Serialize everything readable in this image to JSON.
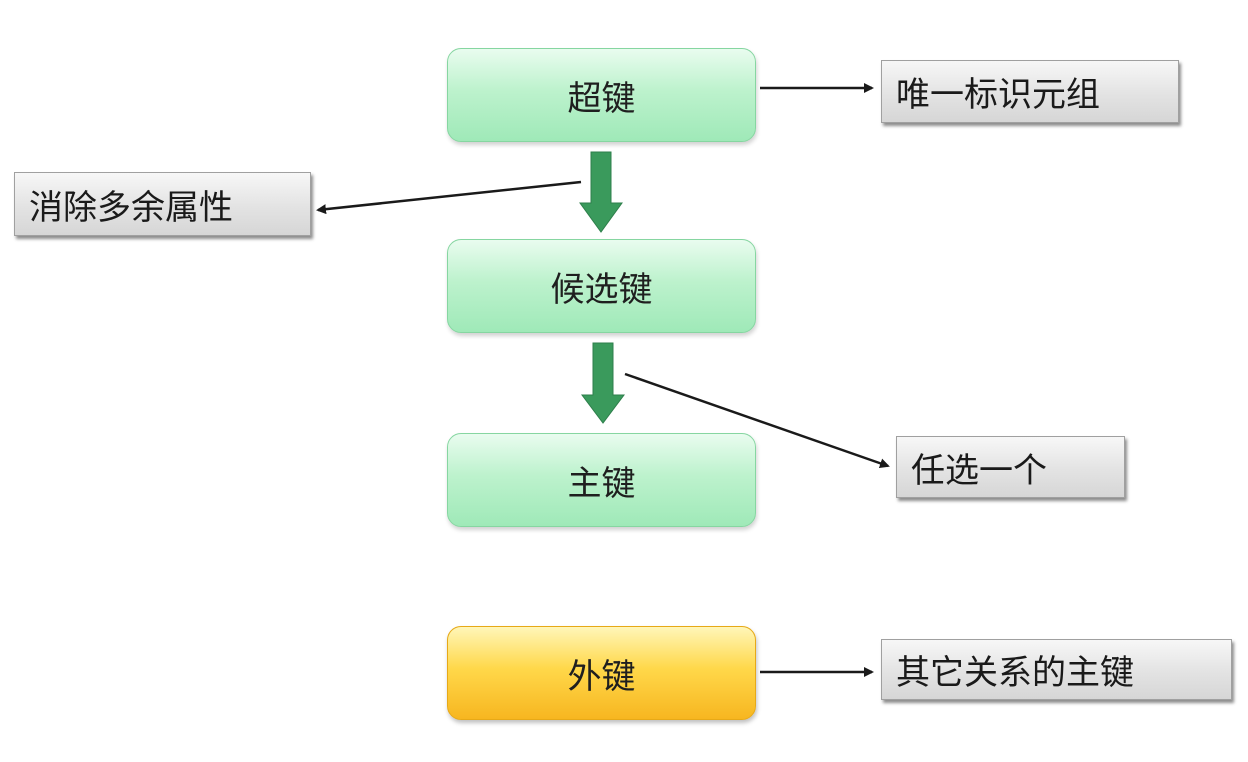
{
  "nodes": {
    "super_key": "超键",
    "candidate_key": "候选键",
    "primary_key": "主键",
    "foreign_key": "外键"
  },
  "annotations": {
    "unique_tuple": "唯一标识元组",
    "remove_redundant": "消除多余属性",
    "choose_one": "任选一个",
    "other_relation_pk": "其它关系的主键"
  },
  "colors": {
    "key_node": "#bdf2cd",
    "foreign_key_node": "#ffd84a",
    "flow_arrow": "#3a9a5c",
    "annotation_box": "#e3e3e3",
    "connector": "#1a1a1a"
  }
}
